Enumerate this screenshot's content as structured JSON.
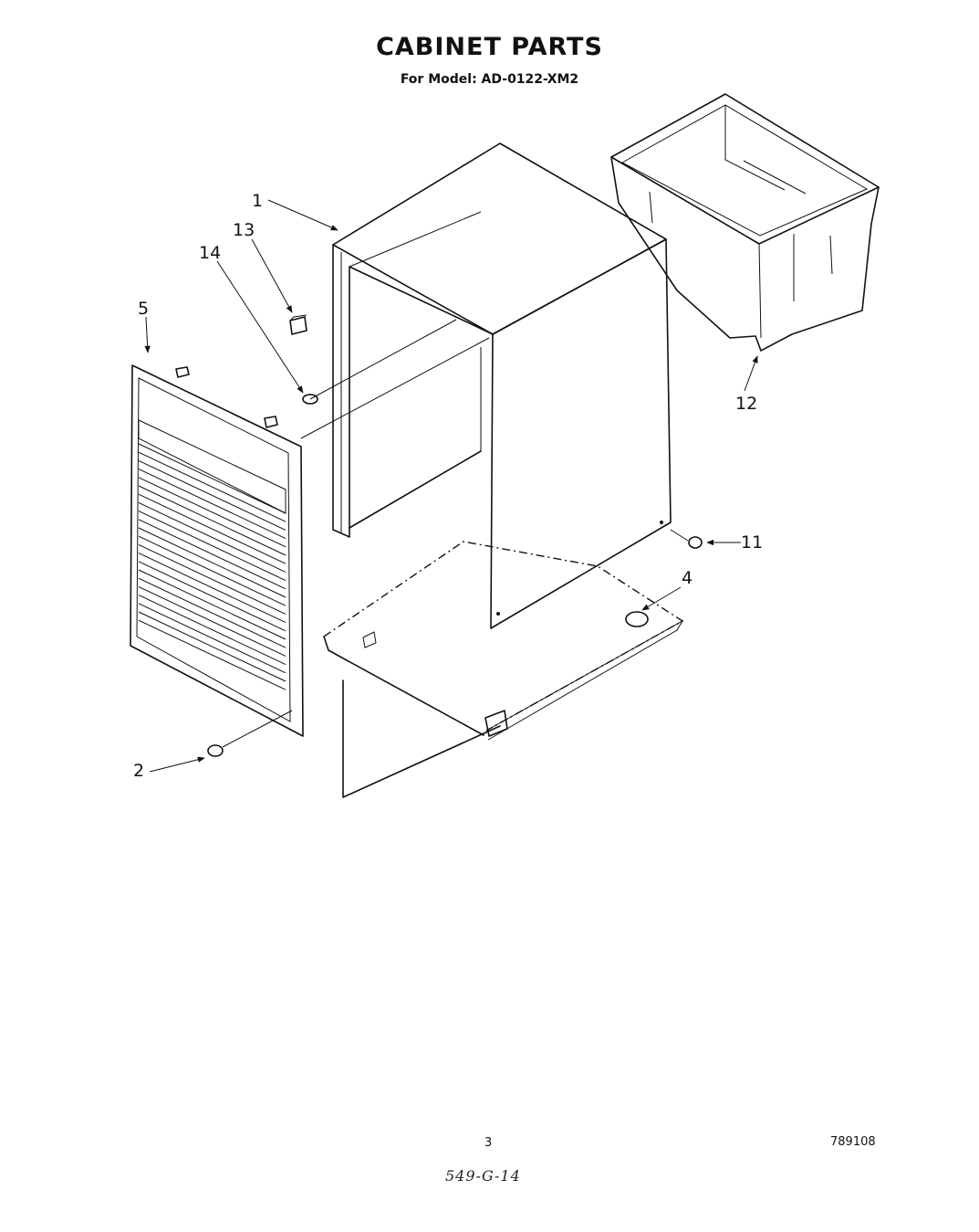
{
  "header": {
    "title": "CABINET PARTS",
    "subtitle": "For Model: AD-0122-XM2"
  },
  "callouts": {
    "c1": "1",
    "c2": "2",
    "c4": "4",
    "c5": "5",
    "c11": "11",
    "c12": "12",
    "c13": "13",
    "c14": "14"
  },
  "footer": {
    "page_number": "3",
    "doc_number": "789108",
    "handwritten_note": "549-G-14"
  }
}
